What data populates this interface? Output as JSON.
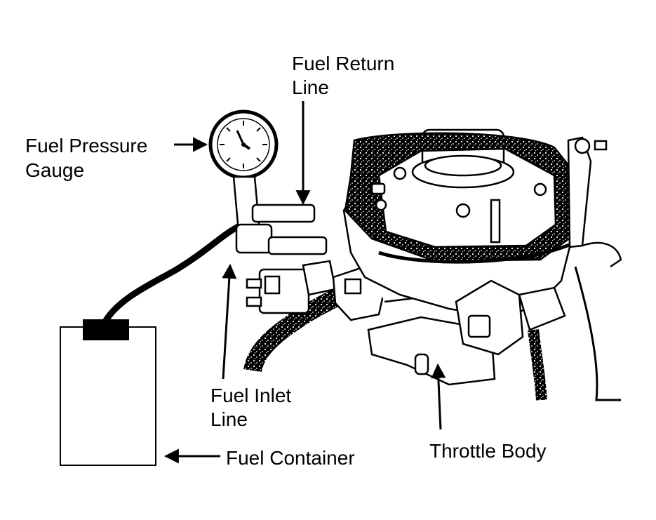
{
  "labels": {
    "fuel_return_line_1": "Fuel Return",
    "fuel_return_line_2": "Line",
    "fuel_pressure_gauge_1": "Fuel Pressure",
    "fuel_pressure_gauge_2": "Gauge",
    "fuel_inlet_line_1": "Fuel Inlet",
    "fuel_inlet_line_2": "Line",
    "fuel_container": "Fuel Container",
    "throttle_body": "Throttle Body"
  },
  "colors": {
    "ink": "#000000",
    "paper": "#ffffff"
  }
}
